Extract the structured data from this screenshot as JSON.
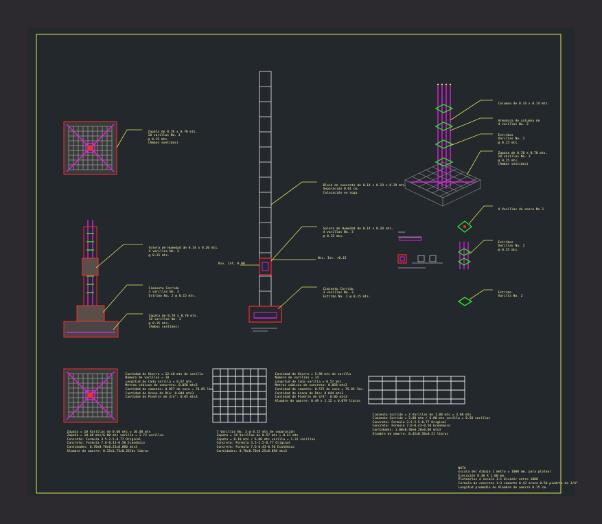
{
  "colors": {
    "outer_bg": "#2c2a2f",
    "model_bg": "#23282d",
    "border": "#e6e65a",
    "rebar": "#e020e0",
    "stirrup": "#2de02d",
    "structure": "#ff2a2a",
    "leader": "#e6e65a",
    "text": "#fff7a8",
    "grid_white": "#f0f0f0",
    "mesh_grey": "#8a8a8a"
  },
  "labels": {
    "zapata_plan": [
      "Zapata de 0.70 x 0.70 mts.",
      "10 varillas No. 3",
      "@ 0.15 mts.",
      "(Ambos sentidos)"
    ],
    "solera_left": [
      "Solera de Humedad de 0.14 x 0.20 mts.",
      "4 varillas No. 3",
      "@ 0.15 mts."
    ],
    "cimiento_left": [
      "Cimiento Corrido",
      "3 varillas No. 3",
      "Estribo No. 2 @ 0.15 mts."
    ],
    "zapata_left": [
      "Zapata de 0.70 x 0.70 mts.",
      "10 varillas No. 3",
      "@ 0.15 mts.",
      "(Ambos sentidos)"
    ],
    "block": [
      "Block de concreto de 0.14 x 0.19 x 0.39 mts.",
      "Separación 0.01 cm.",
      "Colocación en soga."
    ],
    "solera_mid": [
      "Solera de Humedad de 0.14 x 0.20 mts.",
      "4 varillas No. 3",
      "@ 0.15 mts."
    ],
    "nivel_left": "Niv. Int. 0.00",
    "nivel_right": "Niv. Int. +0.15",
    "cimiento_mid": [
      "Cimiento Corrido",
      "3 varillas No. 3",
      "Estribo No. 2 @ 0.15 mts."
    ],
    "col_iso_1": [
      "Columna de 0.14 x 0.14 mts."
    ],
    "col_iso_2": [
      "Armadura de columna de",
      "4 varillas No. 3"
    ],
    "col_iso_3": [
      "Estribos",
      "Varillas No. 2",
      "@ 0.15 mts."
    ],
    "col_iso_4": [
      "Zapata de 0.70 x 0.70 mts.",
      "10 varillas No. 3",
      "@ 0.15 mts.",
      "(Ambos sentidos)"
    ],
    "detail_1": [
      "4 Varillas de acero No 3"
    ],
    "detail_2": [
      "Estribos",
      "Varillas No. 2",
      "@ 0.15 mts."
    ],
    "detail_3": [
      "Estribo",
      "Varilla No. 2"
    ]
  },
  "tables": {
    "t1_head": [
      "Cantidad de Hierro = 12.40 mts de varilla",
      "Número de varillas = 10",
      "Longitud de Cada varilla = 0.67 mts.",
      "Metros cúbicos de concreto: 0.056 mts3",
      "Cantidad de cemento: 0.057 de saco = 70.05 lbs.",
      "Cantidad de Arena de Río: 0.044 mts3",
      "Cantidad de Piedrín de 3/4\": 0.05 mts3"
    ],
    "t1_foot": [
      "Zapata = 10 Varillas de 0.60 mts = 10.40 mts",
      "Zapata = 10.40 mts/6.00 mts varilla = 1.73 varillas",
      "Concreto: Formula 3.5-2.5-0.77 Original",
      "Concreto: Formula 7.6-0.43-0.50 Económico",
      "Cantidades: 0.70x0.70x0.25=0.060 mts3",
      "Alambre de amarre: 0.15x1.73=0.26lbs libras"
    ],
    "t2_head": [
      "Cantidad de Hierro = 5.80 mts de varilla",
      "Número de varillas = 14",
      "Longitud de Cada varilla = 0.57 mts.",
      "Metros cúbicos de concreto: 0.058 mts3",
      "Cantidad de cemento: 0.575 de saco = 75.05 lbs.",
      "Cantidad de Arena de Río: 0.044 mts3",
      "Cantidad de Piedrín de 3/4\": 0.06 mts3",
      "Alambre de amarre: 0.49 x 1.32 = 0.079 libras"
    ],
    "t2_foot": [
      "7 Varillas No. 3 @ 0.15 mts de separación",
      "Zapata = 14 Varillas de 0.57 mts = 8.41 mts",
      "Zapata = 8.10 mts / 6.00 mts varilla = 1.32 varillas",
      "Concreto: Formula 3.5-2.5-0.77 Original",
      "Concreto: Formula 7.6-0.43-0.50 Económico",
      "Cantidades: 0.70x0.70x0.25=0.058 mts3"
    ],
    "t3": [
      "Cimiento Corrido = 3 Varillas de 1.08 mts = 3.08 mts",
      "Cimiento Corrido = 3.08 mts / 6.00 mts varilla = 0.50 varillas",
      "Concreto: Formula 3.5-2.5-0.77 Original",
      "Concreto: Formula 7.6-0.43-0.50 Económico",
      "Cantidades: 1.00x0.30x0.20=0.06 mts3",
      "Alambre de amarre: 0.42x0.50=0.21 libras"
    ]
  },
  "nota": [
    "NOTA",
    "Escala del dibujo 1 metro = 1000 mm. para plotear",
    "Ejecución 0.30 X 1.00 mm.",
    "Plotearlos a escala 1:1 dividir entre 1000",
    "Formula de concreto 1:3 cemento 0.42 arena 0.50 piedrín de 3/4\"",
    "Longitud promedio de Alambre de amarre 0.15 cm."
  ]
}
